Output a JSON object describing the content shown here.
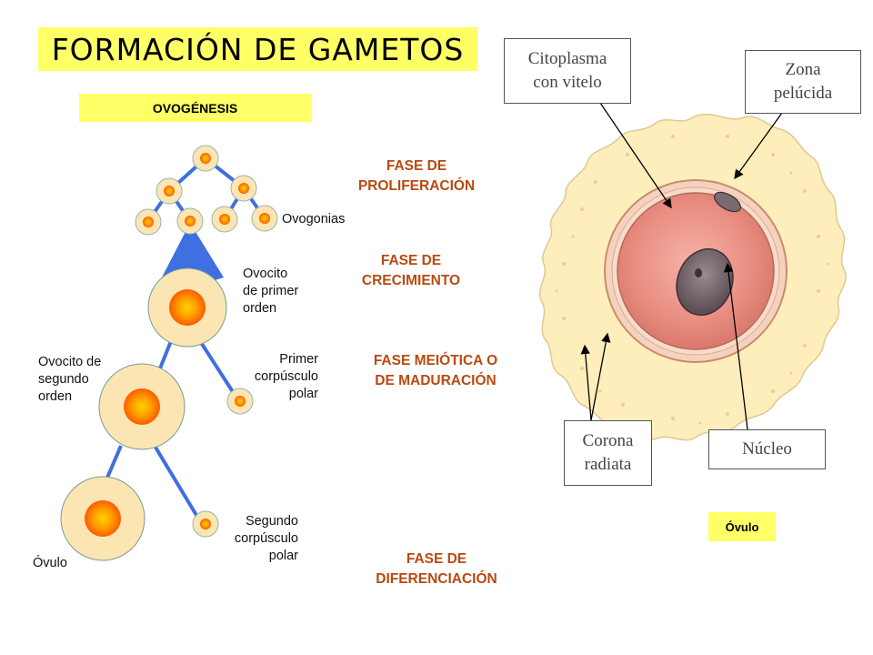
{
  "title": "FORMACIÓN DE GAMETOS",
  "subtitle": "OVOGÉNESIS",
  "phases": {
    "proliferacion": [
      "FASE DE",
      "PROLIFERACIÓN"
    ],
    "crecimiento": [
      "FASE DE",
      "CRECIMIENTO"
    ],
    "meiotica": [
      "FASE MEIÓTICA O",
      "DE MADURACIÓN"
    ],
    "diferenciacion": [
      "FASE DE",
      "DIFERENCIACIÓN"
    ]
  },
  "cell_labels": {
    "ovogonias": "Ovogonias",
    "ovocito1": [
      "Ovocito",
      "de primer",
      "orden"
    ],
    "ovocito2": [
      "Ovocito de",
      "segundo",
      "orden"
    ],
    "primer_corpusculo": [
      "Primer",
      "corpúsculo",
      "polar"
    ],
    "segundo_corpusculo": [
      "Segundo",
      "corpúsculo",
      "polar"
    ],
    "ovulo": "Óvulo"
  },
  "callouts": {
    "citoplasma": [
      "Citoplasma",
      "con vitelo"
    ],
    "zona": [
      "Zona",
      "pelúcida"
    ],
    "corona": [
      "Corona",
      "radiata"
    ],
    "nucleo": "Núcleo"
  },
  "ovulo_caption": "Óvulo",
  "colors": {
    "yellow_box": "#ffff66",
    "phase_text": "#b84a10",
    "line_blue": "#3f6fe0",
    "cell_outer": "#fbe6b3",
    "cell_core": "#ff6600"
  }
}
